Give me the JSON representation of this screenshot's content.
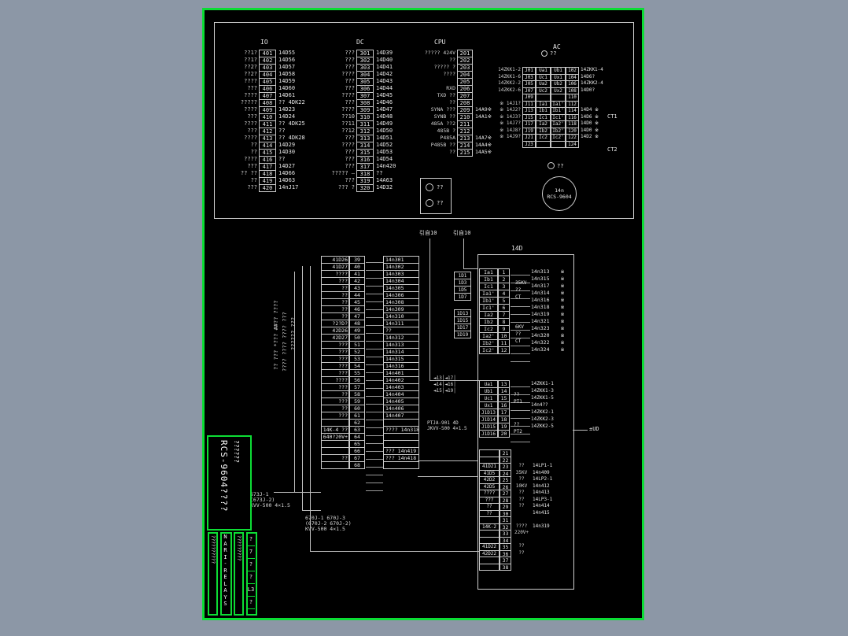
{
  "colors": {
    "bg": "#8c97a6",
    "sheet": "#000000",
    "frame": "#0bdd34",
    "ink": "#e6e6e6"
  },
  "titles": {
    "io": "IO",
    "dc": "DC",
    "cpu": "CPU",
    "ac": "AC",
    "device": "14D"
  },
  "io_rows": [
    [
      "??1?",
      "401",
      "14D55"
    ],
    [
      "??1?",
      "402",
      "14D56"
    ],
    [
      "??2?",
      "403",
      "14D57"
    ],
    [
      "??2?",
      "404",
      "14D58"
    ],
    [
      "????",
      "405",
      "14D59"
    ],
    [
      "???",
      "406",
      "14D60"
    ],
    [
      "????",
      "407",
      "14D61"
    ],
    [
      "?????",
      "408",
      "?? 4DK22"
    ],
    [
      "????",
      "409",
      "14D23"
    ],
    [
      "???",
      "410",
      "14D24"
    ],
    [
      "????",
      "411",
      "?? 4DK25"
    ],
    [
      "???",
      "412",
      "??"
    ],
    [
      "????",
      "413",
      "?? 4DK28"
    ],
    [
      "??",
      "414",
      "14D29"
    ],
    [
      "??",
      "415",
      "14D30"
    ],
    [
      "????",
      "416",
      "??"
    ],
    [
      "???",
      "417",
      "14D27"
    ],
    [
      "?? ??",
      "418",
      "14D66"
    ],
    [
      "??",
      "419",
      "14D63"
    ],
    [
      "???",
      "420",
      "14nJ17"
    ]
  ],
  "dc_rows": [
    [
      "???",
      "301",
      "14D39"
    ],
    [
      "???",
      "302",
      "14D40"
    ],
    [
      "???",
      "303",
      "14D41"
    ],
    [
      "????",
      "304",
      "14D42"
    ],
    [
      "???",
      "305",
      "14D43"
    ],
    [
      "???",
      "306",
      "14D44"
    ],
    [
      "????",
      "307",
      "14D45"
    ],
    [
      "???",
      "308",
      "14D46"
    ],
    [
      "????",
      "309",
      "14D47"
    ],
    [
      "??10",
      "310",
      "14D48"
    ],
    [
      "??11",
      "311",
      "14D49"
    ],
    [
      "??12",
      "312",
      "14D50"
    ],
    [
      "???",
      "313",
      "14D51"
    ],
    [
      "????",
      "314",
      "14D52"
    ],
    [
      "???",
      "315",
      "14D53"
    ],
    [
      "???",
      "316",
      "14D54"
    ],
    [
      "???",
      "317",
      "14n420"
    ],
    [
      "????? –",
      "318",
      "??"
    ],
    [
      "???",
      "319",
      "14A63"
    ],
    [
      "??? ?",
      "320",
      "14D32"
    ]
  ],
  "cpu_rows": [
    [
      "????? 424V",
      "201",
      ""
    ],
    [
      "??",
      "202",
      ""
    ],
    [
      "????? ?",
      "203",
      ""
    ],
    [
      "????",
      "204",
      ""
    ],
    [
      "",
      "205",
      ""
    ],
    [
      "RXD",
      "206",
      ""
    ],
    [
      "TXD ??",
      "207",
      ""
    ],
    [
      "??",
      "208",
      ""
    ],
    [
      "SYNA ???",
      "209",
      "14A9※"
    ],
    [
      "SYNB ??",
      "210",
      "14A1※"
    ],
    [
      "485A ??2",
      "211",
      ""
    ],
    [
      "485B ?",
      "212",
      ""
    ],
    [
      "P485A",
      "213",
      "14A7※"
    ],
    [
      "P485B ??",
      "214",
      "14A4※"
    ],
    [
      "??",
      "215",
      "14A5※"
    ]
  ],
  "cpu_jack": {
    "a": "??",
    "b": "??"
  },
  "ac": {
    "phone_top": "??",
    "phone_mid": "??",
    "ct1": "CT1",
    "ct2": "CT2",
    "circle_line1": "14n",
    "circle_line2": "RCS-9604",
    "rows": [
      [
        "14ZKK1-2",
        "J01",
        "Ua1",
        "Ub1",
        "102",
        "14ZKK1-4"
      ],
      [
        "14ZKK1-6",
        "J03",
        "Uc1",
        "Ux1",
        "104",
        "14D6?"
      ],
      [
        "14ZKK2-2",
        "J05",
        "Ua2",
        "Ub2",
        "106",
        "14ZKK2-4"
      ],
      [
        "14ZKK2-6",
        "J07",
        "Uc2",
        "Ux2",
        "108",
        "14D0?"
      ],
      [
        "",
        "J09",
        "",
        "",
        "110",
        ""
      ],
      [
        "※ 14J1?",
        "J11",
        "Ia1",
        "Ia1'",
        "112",
        ""
      ],
      [
        "※ 14J2?",
        "J13",
        "Ib1",
        "Ib1'",
        "114",
        "14D4 ※"
      ],
      [
        "※ 14J3?",
        "J15",
        "Ic1",
        "Ic1'",
        "116",
        "14D6 ※"
      ],
      [
        "※ 14J7?",
        "J17",
        "Ia2",
        "Ia2'",
        "118",
        "14D0 ※"
      ],
      [
        "※ 14J8?",
        "J19",
        "Ib2",
        "Ib2'",
        "120",
        "14D0 ※"
      ],
      [
        "※ 14J9?",
        "J21",
        "Ic2",
        "Ic2'",
        "122",
        "14D2 ※"
      ],
      [
        "",
        "J23",
        "",
        "",
        "124",
        ""
      ]
    ]
  },
  "strip_rows": [
    [
      "41D26",
      "39"
    ],
    [
      "41D27",
      "40"
    ],
    [
      "????",
      "41"
    ],
    [
      "???",
      "42"
    ],
    [
      "??",
      "43"
    ],
    [
      "??",
      "44"
    ],
    [
      "??",
      "45"
    ],
    [
      "??",
      "46"
    ],
    [
      "??",
      "47"
    ],
    [
      "?2?D?",
      "48"
    ],
    [
      "42D26",
      "49"
    ],
    [
      "42D27",
      "50"
    ],
    [
      "???",
      "51"
    ],
    [
      "???",
      "52"
    ],
    [
      "???",
      "53"
    ],
    [
      "???",
      "54"
    ],
    [
      "???",
      "55"
    ],
    [
      "????",
      "56"
    ],
    [
      "???",
      "57"
    ],
    [
      "??",
      "58"
    ],
    [
      "???",
      "59"
    ],
    [
      "??",
      "60"
    ],
    [
      "???",
      "61"
    ],
    [
      "",
      "62"
    ],
    [
      "14K-4 ??",
      "63"
    ],
    [
      "640?20V+",
      "64"
    ],
    [
      "",
      "65"
    ],
    [
      "",
      "66"
    ],
    [
      "??",
      "67"
    ],
    [
      "",
      "68"
    ]
  ],
  "nbox_rows": [
    "14n301",
    "14n302",
    "14n303",
    "14n304",
    "14n305",
    "14n306",
    "14n308",
    "14n309",
    "14n310",
    "14n311",
    "??",
    "14n312",
    "14n313",
    "14n314",
    "14n315",
    "14n316",
    "14n401",
    "14n402",
    "14n403",
    "14n404",
    "14n405",
    "14n406",
    "14n407",
    "",
    "???? 14n318",
    "",
    "",
    "??? 14n419",
    "??? 14n418",
    ""
  ],
  "device": {
    "title": "14D",
    "ct_rows": [
      [
        "Ia1",
        "1",
        "14n313",
        "※"
      ],
      [
        "Ib1",
        "2",
        "14n315",
        "※"
      ],
      [
        "Ic1",
        "3",
        "14n317",
        "※"
      ],
      [
        "Ia1'",
        "4",
        "14n314",
        "※"
      ],
      [
        "Ib1'",
        "5",
        "14n316",
        "※"
      ],
      [
        "Ic1'",
        "6",
        "14n318",
        "※"
      ],
      [
        "Ia2",
        "7",
        "14n319",
        "※"
      ],
      [
        "Ib2",
        "8",
        "14n321",
        "※"
      ],
      [
        "Ic2",
        "9",
        "14n323",
        "※"
      ],
      [
        "Ia2'",
        "10",
        "14n320",
        "※"
      ],
      [
        "Ib2'",
        "11",
        "14n322",
        "※"
      ],
      [
        "Ic2'",
        "12",
        "14n324",
        "※"
      ]
    ],
    "g1v": "35KV",
    "g1q": "??",
    "g1t": "CT",
    "g2v": "6KV",
    "g2q": "??",
    "g2t": "CT",
    "pt_rows": [
      [
        "Ua1",
        "13",
        "14ZKK1-1"
      ],
      [
        "Ub1",
        "14",
        "14ZKK1-3"
      ],
      [
        "Uc1",
        "15",
        "14ZKK1-5"
      ],
      [
        "Ux1",
        "16",
        "14n4??"
      ],
      [
        "J1D13",
        "17",
        "14ZKK2-1"
      ],
      [
        "J1D14",
        "18",
        "14ZKK2-3"
      ],
      [
        "J1D15",
        "19",
        "14ZKK2-5"
      ],
      [
        "J1D16",
        "20",
        ""
      ]
    ],
    "p1q": "??",
    "p1t": "PT1",
    "p2q": "??",
    "p2t": "PT2",
    "ud": "±UD",
    "out_rows": [
      [
        "",
        "21",
        "",
        ""
      ],
      [
        "",
        "22",
        "",
        ""
      ],
      [
        "41D21",
        "23",
        "??",
        "14LP1-1"
      ],
      [
        "41D5",
        "24",
        "35KV",
        "14n409"
      ],
      [
        "42D2",
        "25",
        "??",
        "14LP2-1"
      ],
      [
        "42D5",
        "26",
        "10KV",
        "14n412"
      ],
      [
        "????",
        "27",
        "??",
        "14n413"
      ],
      [
        "???",
        "28",
        "??",
        "14LP3-1"
      ],
      [
        "??",
        "29",
        "??",
        "14n414"
      ],
      [
        "??",
        "30",
        "",
        "14n415"
      ],
      [
        "",
        "31",
        "",
        ""
      ],
      [
        "14K-2",
        "32",
        "????",
        "14n319"
      ],
      [
        "",
        "33",
        "220V+",
        ""
      ],
      [
        "",
        "34",
        "",
        ""
      ],
      [
        "41D22",
        "35",
        "??",
        ""
      ],
      [
        "42D22",
        "36",
        "??",
        ""
      ],
      [
        "",
        "37",
        "",
        ""
      ],
      [
        "",
        "38",
        "",
        ""
      ]
    ],
    "din_top": [
      "1D1",
      "1D3",
      "1D5",
      "1D7"
    ],
    "din_bot": [
      "1D13",
      "1D15",
      "1D17",
      "1D19"
    ],
    "arrows": [
      "◄13│◄17│",
      "◄14│◄16│",
      "◄15│◄19│"
    ],
    "cable_note": [
      "PTJA-901 4D",
      "JKVV-500 4×1.5"
    ]
  },
  "left_panel": {
    "model": "RCS-9604????",
    "model_sub": "??????",
    "col1": "??????????",
    "brand_letters": [
      "N",
      "A",
      "R",
      "I",
      "-",
      "R",
      "E",
      "L",
      "A",
      "Y",
      "S"
    ],
    "col3": "?????????",
    "rev_cells": [
      "?",
      "7",
      "?",
      "?",
      "L3",
      "?"
    ]
  },
  "annotations": {
    "yinzi1": "引自10",
    "yinzi2": "引自10",
    "cable1": [
      "673J-1",
      "(673J-2)",
      "KVV-500 4×1.5"
    ],
    "cable2": [
      "670J-1 670J-3",
      "(670J-2 670J-2)",
      "KVV-500 4×1.5"
    ],
    "rot1": "?? ??? *??? ##?? ????",
    "rot2": "???? ???? ???? ???",
    "rot3": "?????? ???"
  }
}
